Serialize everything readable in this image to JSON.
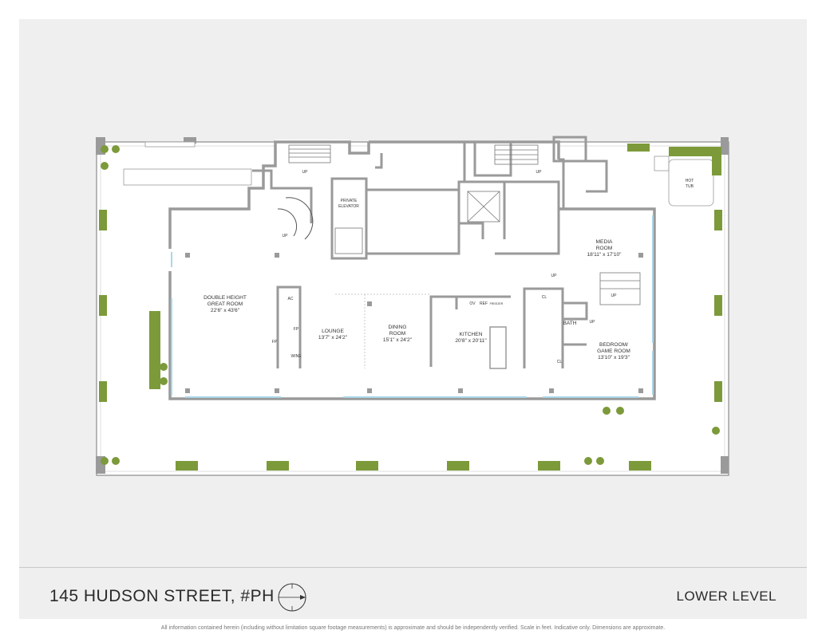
{
  "footer": {
    "address": "145 HUDSON STREET, #PH",
    "level": "LOWER LEVEL",
    "disclaimer": "All information contained herein (including without limitation square footage measurements) is approximate and should be independently verified. Scale in feet. Indicative only. Dimensions are approximate."
  },
  "rooms": {
    "great_room_name_1": "DOUBLE HEIGHT",
    "great_room_name_2": "GREAT ROOM",
    "great_room_dim": "22'6\" x 43'6\"",
    "lounge_name": "LOUNGE",
    "lounge_dim": "13'7\" x 24'2\"",
    "dining_name_1": "DINING",
    "dining_name_2": "ROOM",
    "dining_dim": "15'1\" x 24'2\"",
    "kitchen_name": "KITCHEN",
    "kitchen_dim": "20'8\" x 20'11\"",
    "media_name_1": "MEDIA",
    "media_name_2": "ROOM",
    "media_dim": "18'11\" x 17'10\"",
    "bedroom_name_1": "BEDROOM/",
    "bedroom_name_2": "GAME ROOM",
    "bedroom_dim": "13'10\" x 19'3\"",
    "elevator_1": "PRIVATE",
    "elevator_2": "ELEVATOR",
    "hot_tub_1": "HOT",
    "hot_tub_2": "TUB",
    "bath": "BATH"
  },
  "labels": {
    "up": "UP",
    "ac": "AC",
    "fp": "FP",
    "wine": "WINE",
    "ov": "OV",
    "ref": "REF",
    "freezer": "FREEZER",
    "cl": "CL"
  },
  "colors": {
    "sheet": "#efefef",
    "wall": "#9a9a9a",
    "planter": "#7c9a3a",
    "window": "#a9d6e8"
  }
}
